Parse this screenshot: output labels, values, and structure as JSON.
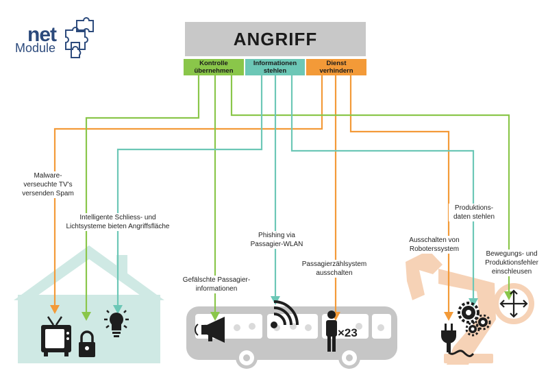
{
  "logo": {
    "net": "net",
    "module": "Module"
  },
  "header": {
    "title": "ANGRIFF"
  },
  "categories": [
    {
      "label": "Kontrolle übernehmen",
      "color": "#8ac64a"
    },
    {
      "label": "Informationen stehlen",
      "color": "#6cc7b6"
    },
    {
      "label": "Dienst verhindern",
      "color": "#f39a38"
    }
  ],
  "labels": {
    "malware": "Malware-verseuchte TV's versenden Spam",
    "intelligent": "Intelligente Schliess- und Lichtsysteme bieten Angriffsfläche",
    "phishing": "Phishing via Passagier-WLAN",
    "fake_info": "Gefälschte Passagier-informationen",
    "counter": "Passagierzählsystem ausschalten",
    "prod_data": "Produktions-daten stehlen",
    "robot": "Ausschalten von Roboterssystem",
    "motion": "Bewegungs- und Produktionsfehler einschleusen"
  },
  "passenger_count": "×23",
  "colors": {
    "green": "#8ac64a",
    "teal": "#6cc7b6",
    "orange": "#f39a38",
    "house": "#cfe9e4",
    "bus": "#c6c6c6",
    "robot": "#f6d2b6",
    "icon": "#1e1e1e"
  }
}
